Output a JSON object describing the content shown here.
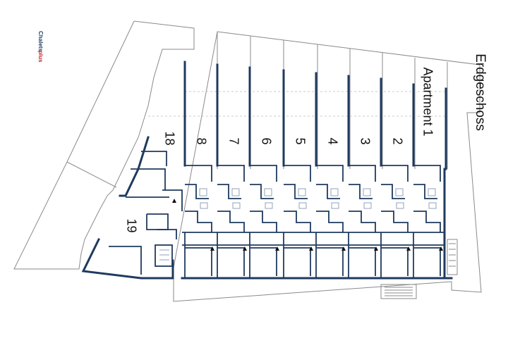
{
  "header": {
    "floor_label": "Erdgeschoss"
  },
  "logo": {
    "part1": "Chalets",
    "part2": "plus"
  },
  "units": [
    {
      "label": "Apartment 1"
    },
    {
      "label": "2"
    },
    {
      "label": "3"
    },
    {
      "label": "4"
    },
    {
      "label": "5"
    },
    {
      "label": "6"
    },
    {
      "label": "7"
    },
    {
      "label": "8"
    },
    {
      "label": "18"
    },
    {
      "label": "19"
    }
  ],
  "colors": {
    "wall": "#1f3a5f",
    "outline": "#8a8a8a",
    "logo_red": "#c0282e"
  }
}
